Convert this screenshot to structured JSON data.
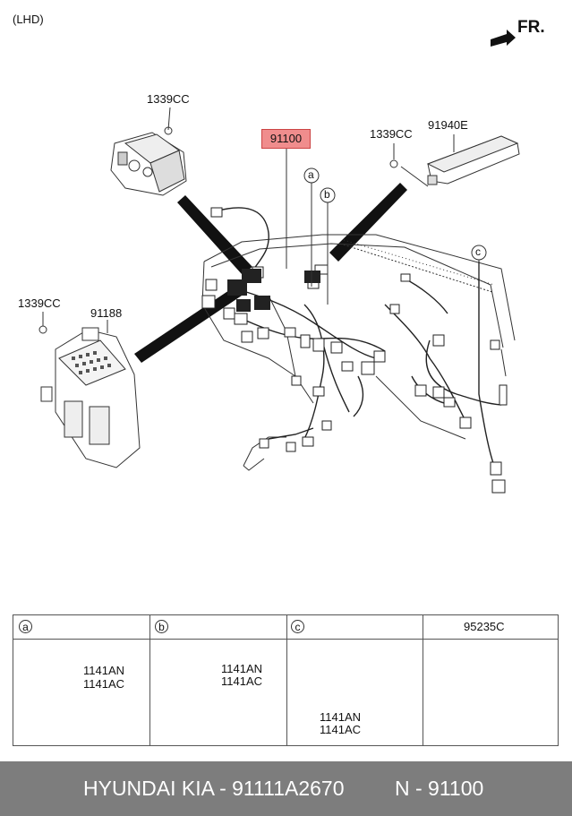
{
  "header": {
    "lhd": "(LHD)",
    "fr": "FR."
  },
  "labels": {
    "p1339cc_top": "1339CC",
    "p91100": "91100",
    "p1339cc_right": "1339CC",
    "p91940e": "91940E",
    "p1339cc_left": "1339CC",
    "p91188": "91188",
    "callout_a": "a",
    "callout_b": "b",
    "callout_c": "c"
  },
  "legend": {
    "a": {
      "key": "a",
      "parts": [
        "1141AN",
        "1141AC"
      ]
    },
    "b": {
      "key": "b",
      "parts": [
        "1141AN",
        "1141AC"
      ]
    },
    "c": {
      "key": "c",
      "parts": [
        "1141AN",
        "1141AC"
      ]
    },
    "d": {
      "header": "95235C"
    }
  },
  "footer": {
    "brand": "HYUNDAI  KIA - 91111A2670",
    "ref": "N - 91100"
  },
  "colors": {
    "highlight": "#f08d8d",
    "footer_bg": "#7d7d7d"
  }
}
